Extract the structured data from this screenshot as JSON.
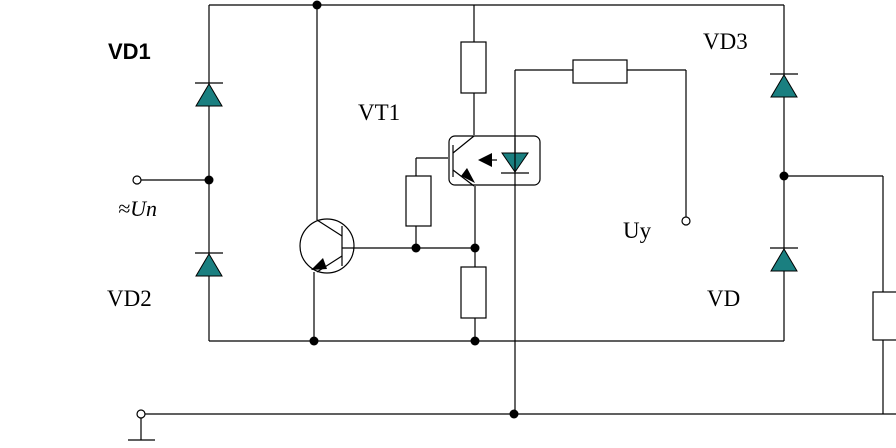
{
  "labels": {
    "vd1": "VD1",
    "vt1": "VT1",
    "vd3": "VD3",
    "un": "≈Un",
    "vd2": "VD2",
    "uy": "Uy",
    "vd": "VD"
  },
  "colors": {
    "diode_fill": "#1a7f80",
    "line": "#000000"
  }
}
